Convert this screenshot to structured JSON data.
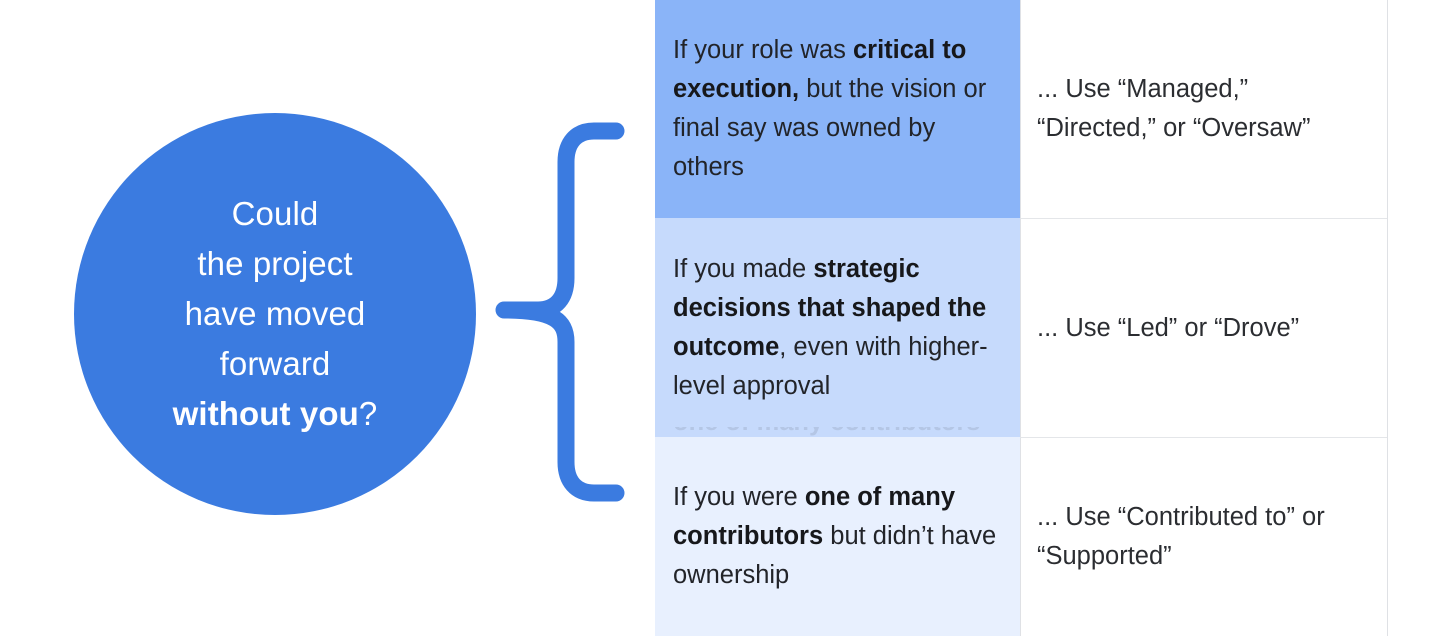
{
  "question_node": {
    "shape": "circle",
    "fill_color": "#3b7be0",
    "text_color": "#ffffff",
    "lines": [
      "Could",
      "the project",
      "have moved",
      "forward"
    ],
    "emphasis_line": "without you",
    "emphasis_suffix": "?"
  },
  "connector": {
    "type": "curly-brace",
    "color": "#3b7be0",
    "orientation": "left-pointing"
  },
  "table": {
    "row_colors": [
      "#8ab4f8",
      "#c6dafc",
      "#e8f0fe"
    ],
    "right_cell_color": "#ffffff",
    "border_color": "#dfe1e5",
    "rows": [
      {
        "condition": {
          "prefix": "If your role was ",
          "bold": "critical to execution,",
          "suffix": " but the vision or final say was owned by others"
        },
        "recommendation": "... Use “Managed,” “Directed,” or “Oversaw”",
        "background": "#8ab4f8"
      },
      {
        "condition": {
          "prefix": "If you made ",
          "bold": "strategic decisions that shaped the outcome",
          "suffix": ", even with higher-level approval"
        },
        "recommendation": "... Use “Led” or “Drove”",
        "background": "#c6dafc"
      },
      {
        "condition": {
          "prefix": "If you were ",
          "bold": "one of many contributors",
          "suffix": " but didn’t have ownership"
        },
        "recommendation": "... Use “Contributed to” or “Supported”",
        "background": "#e8f0fe"
      }
    ]
  }
}
